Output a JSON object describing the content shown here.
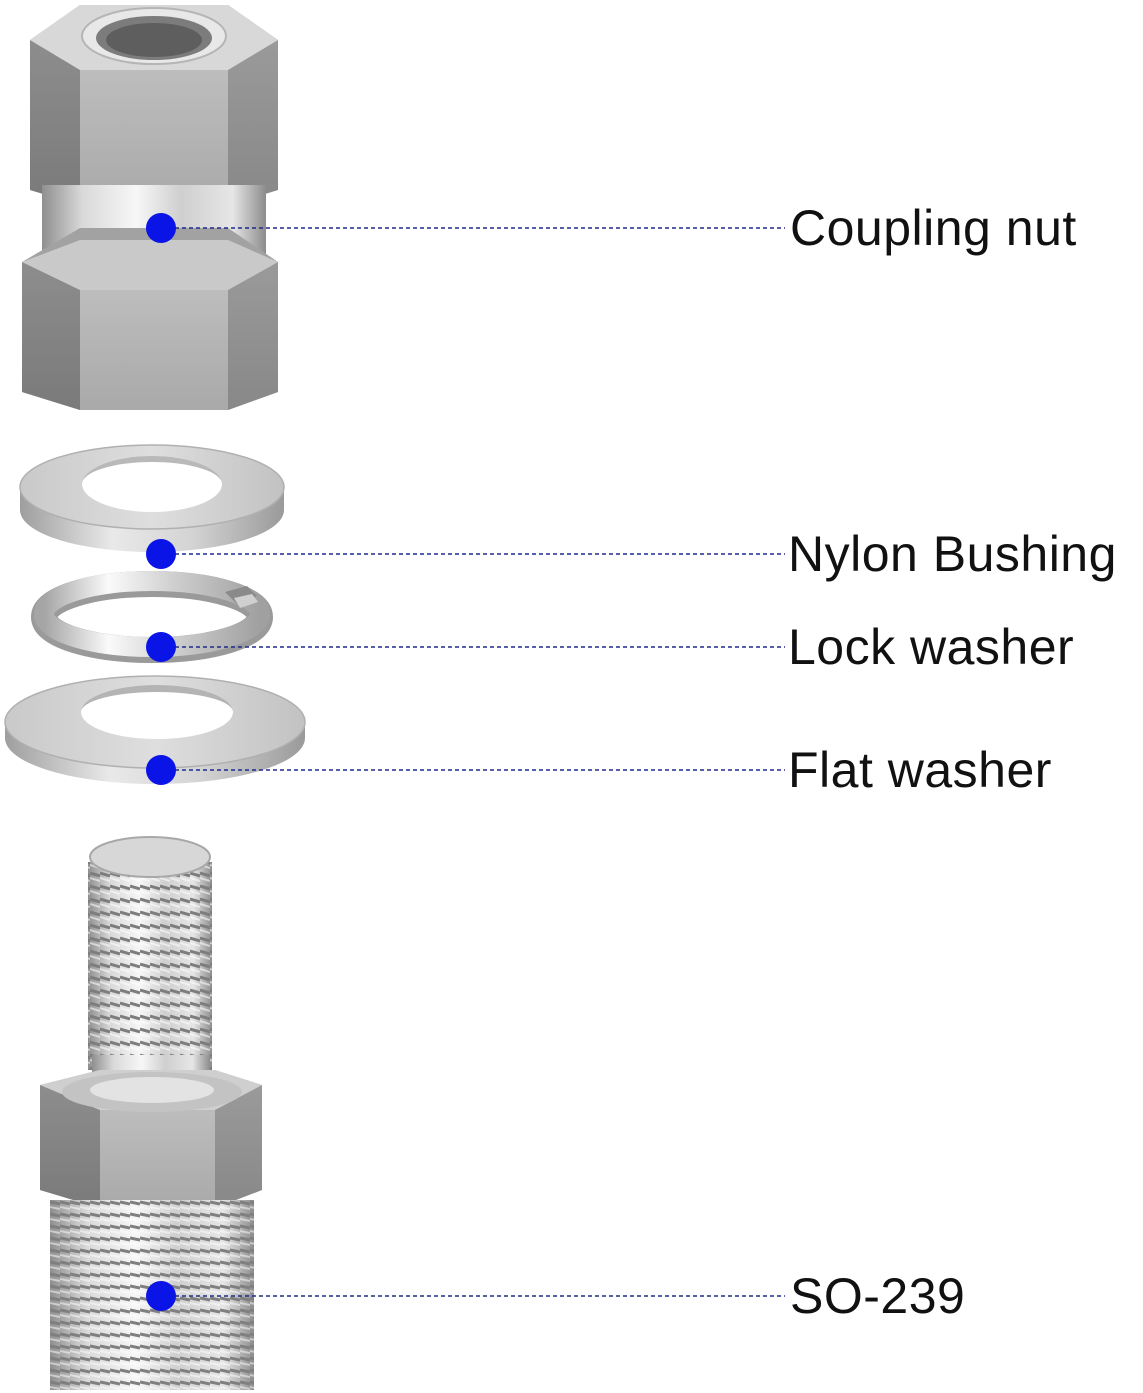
{
  "diagram": {
    "parts": [
      {
        "id": "coupling-nut",
        "label": "Coupling nut"
      },
      {
        "id": "nylon-bushing",
        "label": "Nylon Bushing"
      },
      {
        "id": "lock-washer",
        "label": "Lock washer"
      },
      {
        "id": "flat-washer",
        "label": "Flat washer"
      },
      {
        "id": "so239",
        "label": "SO-239"
      }
    ],
    "colors": {
      "marker": "#0a14e6",
      "leader_line": "#1f2a8a",
      "metal_light": "#f2f2f2",
      "metal_mid": "#c4c4c4",
      "metal_dark": "#8a8a8a",
      "label_text": "#111111"
    }
  }
}
